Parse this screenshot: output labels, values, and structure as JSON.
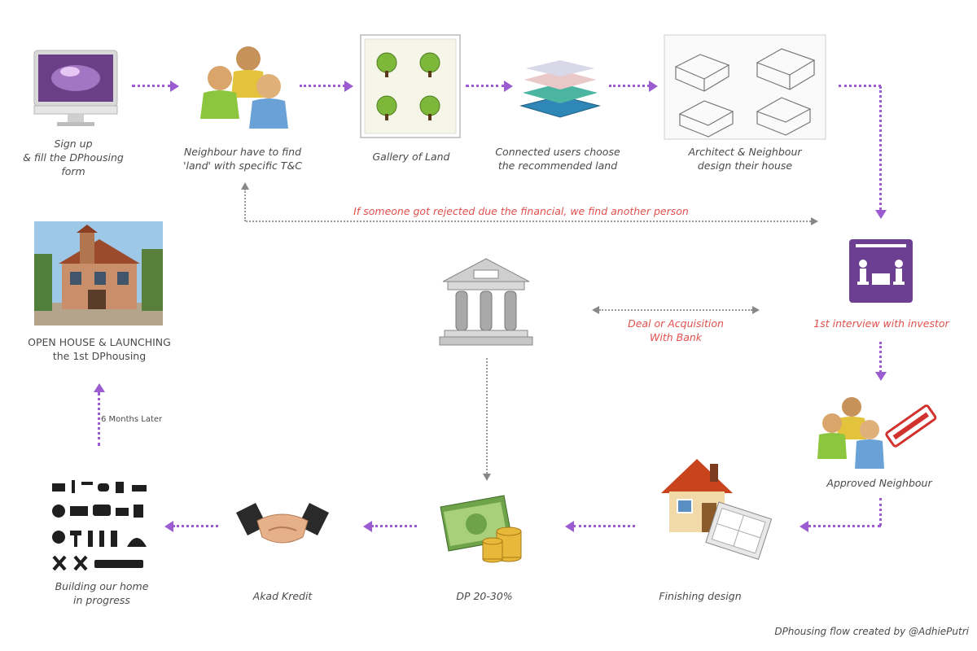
{
  "steps": {
    "signup": "Sign up\n& fill the DPhousing\nform",
    "neighbour_find_land": "Neighbour have to find\n'land' with specific T&C",
    "gallery_of_land": "Gallery of Land",
    "connected_users": "Connected users choose\nthe recommended land",
    "architect_design": "Architect & Neighbour\ndesign their house",
    "rejected_note": "If someone got rejected due the financial, we find another person",
    "interview": "1st interview with investor",
    "deal_acquisition": "Deal or Acquisition\nWith Bank",
    "approved_neighbour": "Approved Neighbour",
    "finishing_design": "Finishing design",
    "dp": "DP 20-30%",
    "akad": "Akad Kredit",
    "building": "Building our home\nin progress",
    "months": "6 Months Later",
    "open_house": "OPEN HOUSE & LAUNCHING\nthe 1st DPhousing"
  },
  "credit": "DPhousing flow created by @AdhiePutri",
  "colors": {
    "arrow": "#9a5cd0",
    "accent_text": "#e0504d",
    "caption": "#4a4a4a"
  },
  "icons": [
    "monitor-icon",
    "people-group-icon",
    "land-gallery-icon",
    "map-layers-icon",
    "house-sketches-icon",
    "bank-icon",
    "handshake-icon",
    "money-icon",
    "house-icon",
    "approved-people-icon",
    "interview-icon",
    "tools-icon",
    "house-photo-icon"
  ]
}
